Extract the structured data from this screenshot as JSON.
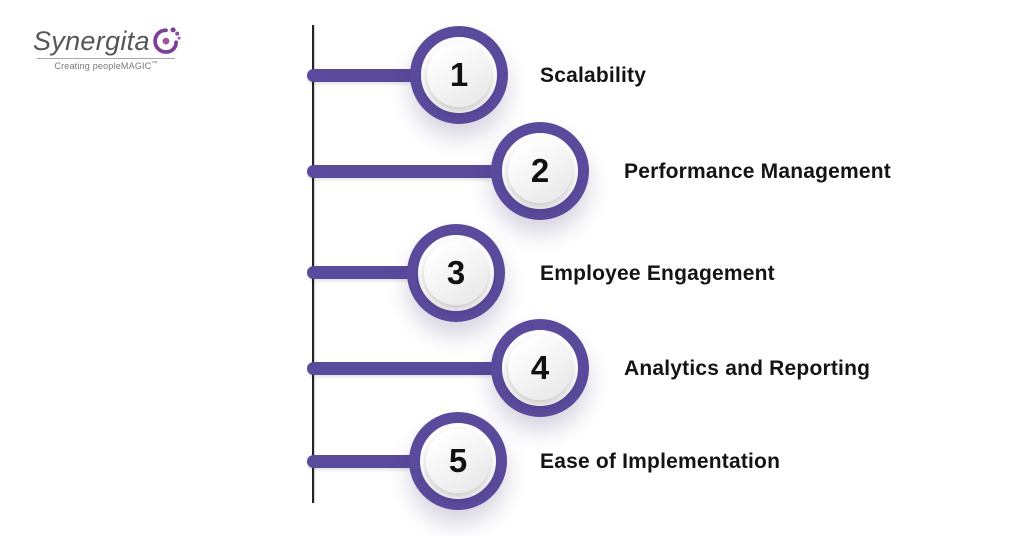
{
  "logo": {
    "name": "Synergita",
    "tagline": "Creating peopleMAGIC",
    "mark": "™"
  },
  "colors": {
    "accent_purple": "#594a9c",
    "logo_icon_purple": "#7d3f98",
    "spine_line": "#242424",
    "label_text": "#141414",
    "number_text": "#111111",
    "logo_text": "#55565a",
    "background": "#ffffff"
  },
  "items": [
    {
      "number": "1",
      "label": "Scalability"
    },
    {
      "number": "2",
      "label": "Performance Management"
    },
    {
      "number": "3",
      "label": "Employee Engagement"
    },
    {
      "number": "4",
      "label": "Analytics and Reporting"
    },
    {
      "number": "5",
      "label": "Ease of Implementation"
    }
  ]
}
